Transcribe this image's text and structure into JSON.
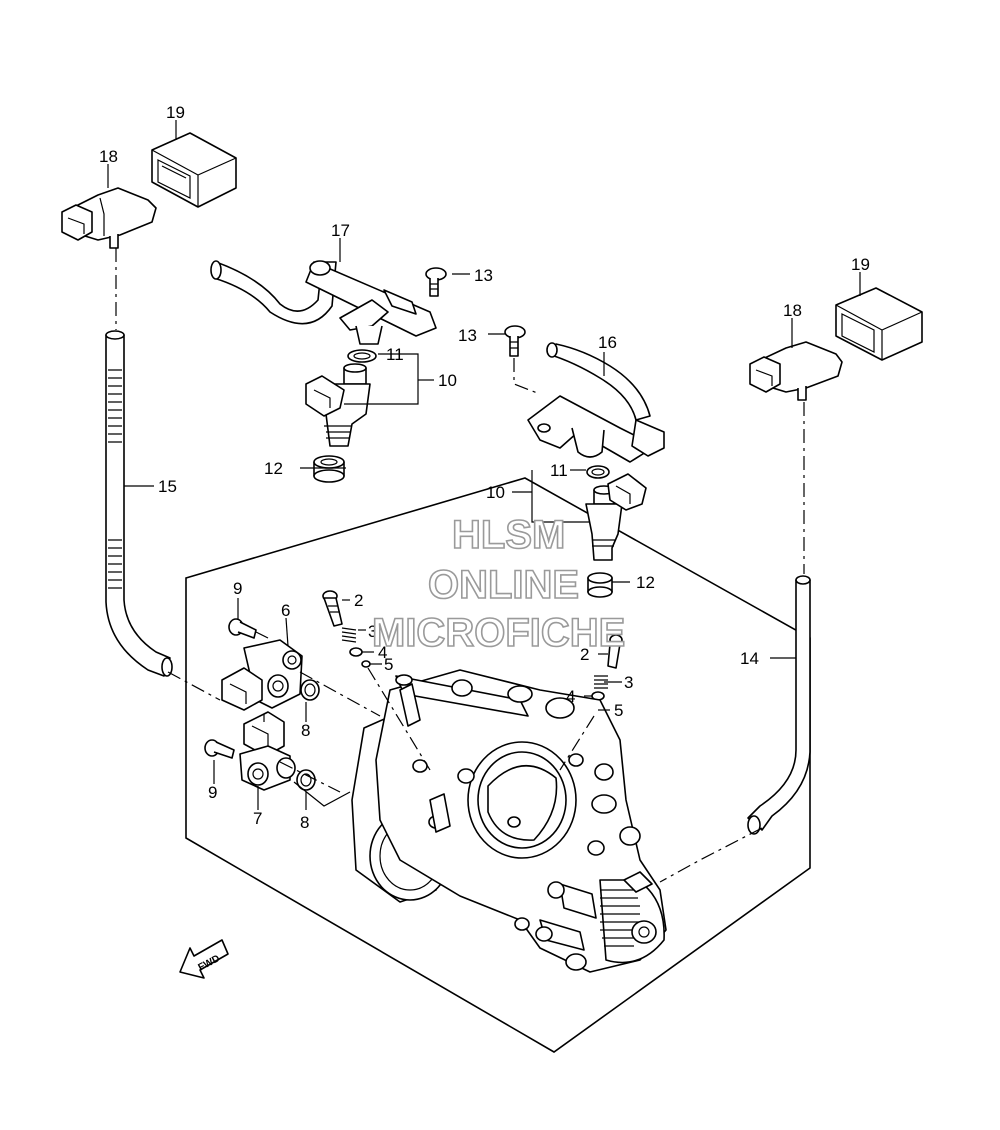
{
  "watermark": {
    "line1": "HLSM",
    "line2": "ONLINE",
    "line3": "MICROFICHE"
  },
  "fwd_label": "FWD",
  "callouts": {
    "c19a": "19",
    "c18a": "18",
    "c17": "17",
    "c13a": "13",
    "c13b": "13",
    "c16": "16",
    "c11a": "11",
    "c10a": "10",
    "c12a": "12",
    "c15": "15",
    "c11b": "11",
    "c10b": "10",
    "c12b": "12",
    "c19b": "19",
    "c18b": "18",
    "c14": "14",
    "c9a": "9",
    "c6": "6",
    "c8a": "8",
    "c9b": "9",
    "c7": "7",
    "c8b": "8",
    "c2a": "2",
    "c3a": "3",
    "c4a": "4",
    "c5a": "5",
    "c2b": "2",
    "c3b": "3",
    "c4b": "4",
    "c5b": "5"
  },
  "colors": {
    "line": "#000000",
    "watermark_outline": "#9a9a9a",
    "background": "#ffffff"
  }
}
